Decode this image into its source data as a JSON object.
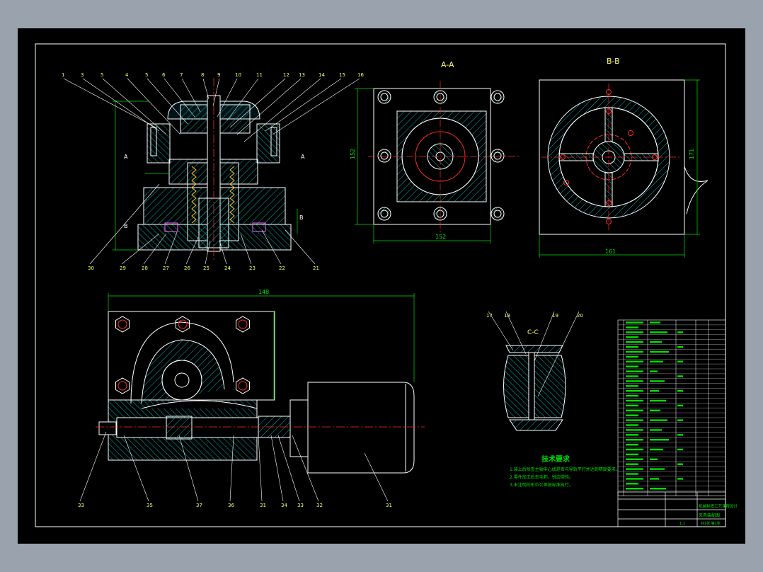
{
  "views": {
    "main_section": "",
    "section_aa": "A-A",
    "section_bb": "B-B",
    "section_cc": "C-C"
  },
  "section_markers": {
    "a_left": "A",
    "a_right": "A",
    "b_left": "B",
    "b_right": "B"
  },
  "balloons_top": [
    "1",
    "3",
    "5",
    "4",
    "5",
    "6",
    "7",
    "8",
    "9",
    "10",
    "11",
    "12",
    "13",
    "14",
    "15",
    "16"
  ],
  "balloons_main_bottom": [
    "30",
    "29",
    "28",
    "27",
    "26",
    "25",
    "24",
    "23",
    "22",
    "21"
  ],
  "balloons_bottom_view": [
    "33",
    "35",
    "37",
    "36",
    "31",
    "34",
    "33",
    "32",
    "31"
  ],
  "balloons_cc": [
    "17",
    "18",
    "19",
    "20"
  ],
  "dimensions": {
    "aa_width": "152",
    "aa_height": "152",
    "bb_width": "161",
    "bb_height": "171",
    "bottom_length": "148"
  },
  "tech_req": {
    "title": "技术要求",
    "lines": [
      "1.装上后检查主轴中心线是否与导轨平行并达到精度要求。",
      "2.零件加工后去毛刺，锐边倒钝。",
      "3.未注明的形位公差按标准执行。"
    ]
  },
  "title_block": {
    "drawing_name": "夹具装配图",
    "company": "机械制造工艺课程设计",
    "scale": "1:1",
    "sheet": "共1张 第1张"
  },
  "colors": {
    "background": "#000000",
    "outline": "#ffffff",
    "center_line": "#ff2a2a",
    "dimension": "#00e000",
    "hatch": "#00c8c8",
    "balloon_text": "#ffff66"
  }
}
